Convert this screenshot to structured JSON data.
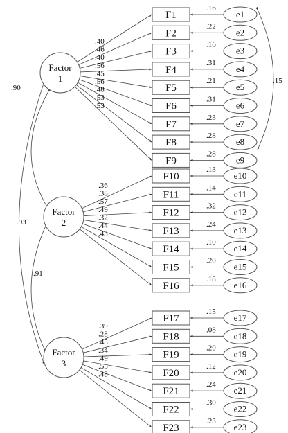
{
  "factors": [
    {
      "label_line1": "Factor",
      "label_line2": "1"
    },
    {
      "label_line1": "Factor",
      "label_line2": "2"
    },
    {
      "label_line1": "Factor",
      "label_line2": "3"
    }
  ],
  "indicators": [
    {
      "name": "F1",
      "factor": 0,
      "loading": ".40",
      "error": "e1",
      "error_value": ".16"
    },
    {
      "name": "F2",
      "factor": 0,
      "loading": ".46",
      "error": "e2",
      "error_value": ".22"
    },
    {
      "name": "F3",
      "factor": 0,
      "loading": ".40",
      "error": "e3",
      "error_value": ".16"
    },
    {
      "name": "F4",
      "factor": 0,
      "loading": ".56",
      "error": "e4",
      "error_value": ".31"
    },
    {
      "name": "F5",
      "factor": 0,
      "loading": ".45",
      "error": "e5",
      "error_value": ".21"
    },
    {
      "name": "F6",
      "factor": 0,
      "loading": ".56",
      "error": "e6",
      "error_value": ".31"
    },
    {
      "name": "F7",
      "factor": 0,
      "loading": ".48",
      "error": "e7",
      "error_value": ".23"
    },
    {
      "name": "F8",
      "factor": 0,
      "loading": ".53",
      "error": "e8",
      "error_value": ".28"
    },
    {
      "name": "F9",
      "factor": 0,
      "loading": ".53",
      "error": "e9",
      "error_value": ".28"
    },
    {
      "name": "F10",
      "factor": 1,
      "loading": ".36",
      "error": "e10",
      "error_value": ".13"
    },
    {
      "name": "F11",
      "factor": 1,
      "loading": ".38",
      "error": "e11",
      "error_value": ".14"
    },
    {
      "name": "F12",
      "factor": 1,
      "loading": ".57",
      "error": "e12",
      "error_value": ".32"
    },
    {
      "name": "F13",
      "factor": 1,
      "loading": ".49",
      "error": "e13",
      "error_value": ".24"
    },
    {
      "name": "F14",
      "factor": 1,
      "loading": ".32",
      "error": "e14",
      "error_value": ".10"
    },
    {
      "name": "F15",
      "factor": 1,
      "loading": ".44",
      "error": "e15",
      "error_value": ".20"
    },
    {
      "name": "F16",
      "factor": 1,
      "loading": ".43",
      "error": "e16",
      "error_value": ".18"
    },
    {
      "name": "F17",
      "factor": 2,
      "loading": ".39",
      "error": "e17",
      "error_value": ".15"
    },
    {
      "name": "F18",
      "factor": 2,
      "loading": ".28",
      "error": "e18",
      "error_value": ".08"
    },
    {
      "name": "F19",
      "factor": 2,
      "loading": ".45",
      "error": "e19",
      "error_value": ".20"
    },
    {
      "name": "F20",
      "factor": 2,
      "loading": ".34",
      "error": "e20",
      "error_value": ".12"
    },
    {
      "name": "F21",
      "factor": 2,
      "loading": ".49",
      "error": "e21",
      "error_value": ".24"
    },
    {
      "name": "F22",
      "factor": 2,
      "loading": ".55",
      "error": "e22",
      "error_value": ".30"
    },
    {
      "name": "F23",
      "factor": 2,
      "loading": ".48",
      "error": "e23",
      "error_value": ".23"
    }
  ],
  "correlations": {
    "f1_f2": ".90",
    "f1_f3": ".93",
    "f2_f3": ".91",
    "e1_e9": ".15"
  }
}
